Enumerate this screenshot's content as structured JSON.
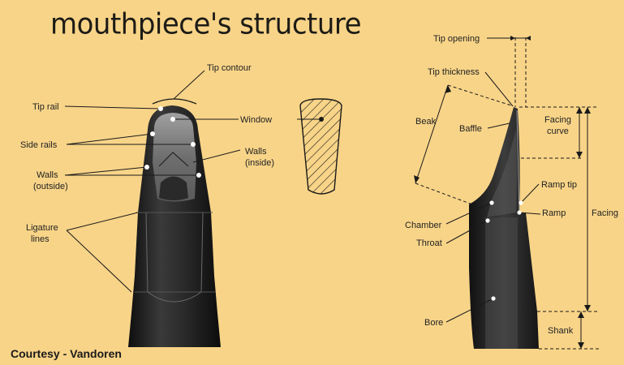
{
  "title": "mouthpiece's structure",
  "credit": "Courtesy - Vandoren",
  "front_view": {
    "tip_contour": "Tip contour",
    "tip_rail": "Tip rail",
    "window": "Window",
    "side_rails": "Side rails",
    "walls_inside_1": "Walls",
    "walls_inside_2": "(inside)",
    "walls_outside_1": "Walls",
    "walls_outside_2": "(outside)",
    "ligature_1": "Ligature",
    "ligature_2": "lines"
  },
  "side_view": {
    "tip_opening": "Tip opening",
    "tip_thickness": "Tip thickness",
    "beak": "Beak",
    "baffle": "Baffle",
    "facing_curve_1": "Facing",
    "facing_curve_2": "curve",
    "ramp_tip": "Ramp tip",
    "chamber": "Chamber",
    "ramp": "Ramp",
    "facing": "Facing",
    "throat": "Throat",
    "bore": "Bore",
    "shank": "Shank"
  },
  "colors": {
    "background": "#f8d488",
    "mouthpiece": "#1a1a1a",
    "window": "#8a8a8a",
    "leader": "#1a1a1a"
  }
}
